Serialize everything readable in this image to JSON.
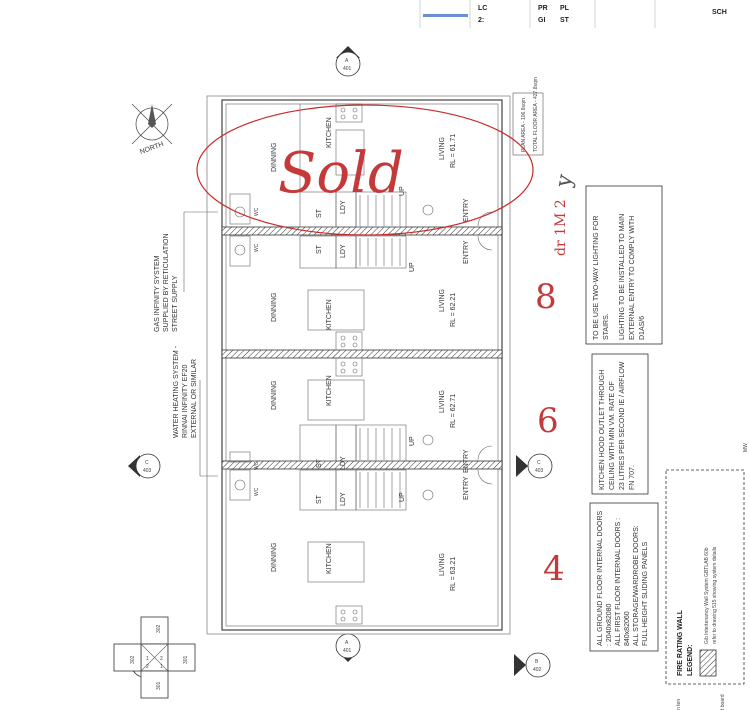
{
  "north_label": "NORTH",
  "rooms": {
    "dinning": "DINNING",
    "kitchen": "KITCHEN",
    "living": "LIVING",
    "entry": "ENTRY",
    "up": "UP",
    "st": "ST",
    "ldy": "LDY",
    "wc": "WC"
  },
  "levels": [
    "RL = 61.71",
    "RL = 62.21",
    "RL = 62.71",
    "RL = 63.21"
  ],
  "section_markers": [
    {
      "letter": "A",
      "sheet": "401"
    },
    {
      "letter": "A",
      "sheet": "401"
    },
    {
      "letter": "B",
      "sheet": "402"
    },
    {
      "letter": "B",
      "sheet": "402"
    },
    {
      "letter": "C",
      "sheet": "403"
    },
    {
      "letter": "C",
      "sheet": "403"
    }
  ],
  "area_box": {
    "line1": "PLAN AREA - 106.8sqm",
    "line2": "TOTAL FLOOR AREA - 427.8sqm"
  },
  "notes": {
    "gas": [
      "GAS INFINITY SYSTEM",
      "SUPPLIED BY RETICULATION",
      "STREET SUPPLY"
    ],
    "water": [
      "WATER HEATING SYSTEM -",
      "RINNAI INFINITY EF20",
      "EXTERNAL OR SIMILAR"
    ],
    "lighting": [
      "TO BE USE TWO-WAY LIGHTING FOR",
      "STAIRS.",
      "LIGHTING TO BE INSTALLED TO MAIN",
      "EXTERNAL ENTRY TO COMPLY WITH",
      "D1AS/6"
    ],
    "kitchen_hood": [
      "KITCHEN HOOD OUTLET THROUGH",
      "CEILING WITH MIN VM. RATE OF",
      "23 LITRES PER SECOND IE / AIRFLOW",
      "FN 707."
    ],
    "doors": [
      "ALL GROUND FLOOR INTERNAL DOORS",
      ": 2040x82080",
      "ALL FIRST FLOOR INTERNAL DOORS :",
      "840x82060",
      "ALL STORAGE/WARDROBE DOORS:",
      "FULL HEIGHT SLIDING PANELS"
    ]
  },
  "legend": {
    "title": "FIRE RATING WALL",
    "subtitle": "LEGEND:",
    "desc1": "Gib Intertenancy Wall System GBTLAB 60b",
    "desc2": "refer to drawing 515 showing system details"
  },
  "key_plan": {
    "n1": "302",
    "n2": "302",
    "n3": "301",
    "n4": "301",
    "c1": "1",
    "c2": "2",
    "c3": "2",
    "c4": "1"
  },
  "handwritten": {
    "sold": "Sold",
    "n8": "8",
    "n6": "6",
    "n4": "4",
    "annot": "dr 1M 2",
    "y": "y"
  },
  "margin_text": {
    "mw": "MW",
    "board": "t board",
    "ten": "n ten",
    "sch": "SCH",
    "pr": "PR",
    "pl": "PL",
    "st": "ST",
    "gi": "GI",
    "lc": "LC",
    "twenty": "2:"
  }
}
